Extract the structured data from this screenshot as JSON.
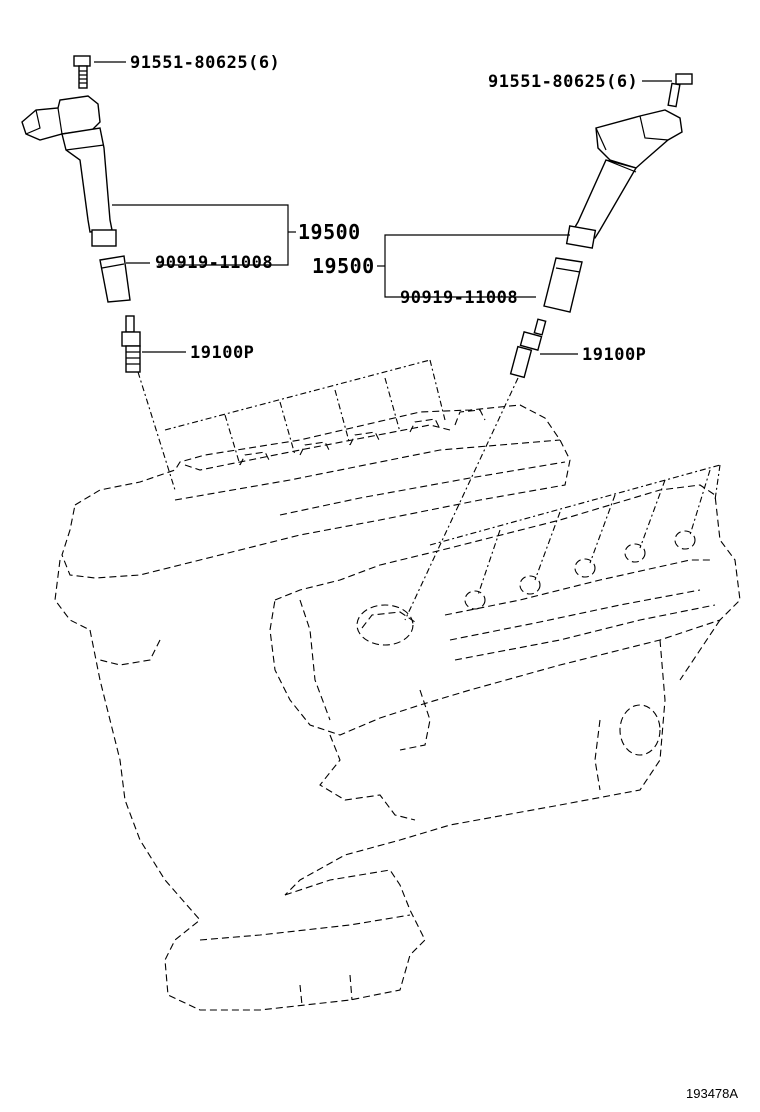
{
  "labels": {
    "bolt_left": "91551-80625(6)",
    "bolt_right": "91551-80625(6)",
    "coil_left": "19500",
    "coil_right": "19500",
    "boot_left": "90919-11008",
    "boot_right": "90919-11008",
    "plug_left": "19100P",
    "plug_right": "19100P"
  },
  "reference_number": "193478A"
}
